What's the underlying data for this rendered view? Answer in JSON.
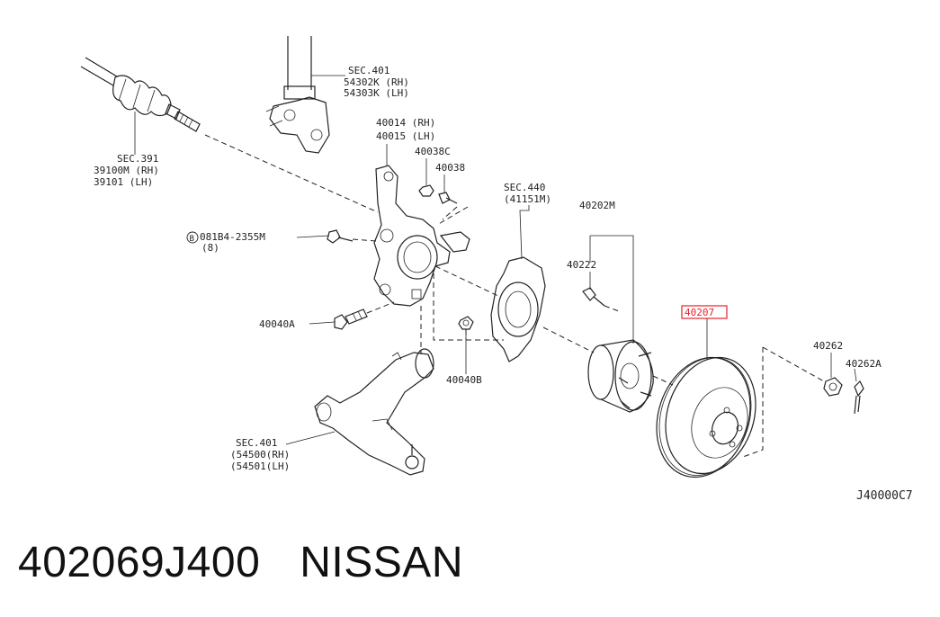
{
  "labels": {
    "sec401_top": "SEC.401",
    "p54302k": "54302K (RH)",
    "p54303k": "54303K (LH)",
    "sec391": "SEC.391",
    "p39100m": "39100M (RH)",
    "p39101": "39101  (LH)",
    "p40014": "40014 (RH)",
    "p40015": "40015 (LH)",
    "p40038c": "40038C",
    "p40038": "40038",
    "bolt_code": "081B4-2355M",
    "bolt_qty": "(8)",
    "bolt_marker": "B",
    "p40040a": "40040A",
    "sec440": "SEC.440",
    "p41151m": "(41151M)",
    "p40202m": "40202M",
    "p40222": "40222",
    "p40207": "40207",
    "p40262": "40262",
    "p40262a": "40262A",
    "p40040b": "40040B",
    "sec401_bottom": "SEC.401",
    "p54500": "(54500(RH)",
    "p54501": "(54501(LH)",
    "diagram_code": "J40000C7"
  },
  "highlight_color": "#e8202a",
  "footer": {
    "part_number": "402069J400",
    "brand": "NISSAN"
  }
}
